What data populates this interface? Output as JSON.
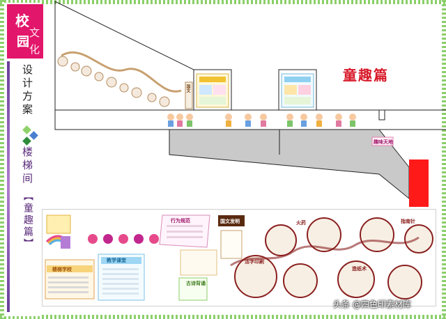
{
  "side_panel": {
    "badge_chars": [
      "校",
      "园",
      "文",
      "化"
    ],
    "design_label": "设计方案",
    "stair_label": "楼梯间",
    "section_label": "【童趣篇】",
    "diamond_colors": [
      "#8fd16a",
      "#4a7fd0",
      "#2e8b3a"
    ]
  },
  "elevation": {
    "title": "童趣篇",
    "sign_label": "趣味天地",
    "badge_label": "国文"
  },
  "bottom_panel": {
    "left_title": "楼梯学校",
    "teach_title": "教学课堂",
    "rules_title": "行为规范",
    "hero_title": "国文发明",
    "inventions": [
      "火药",
      "指南针",
      "活字印刷",
      "造纸术"
    ],
    "small_card_title": "古诗背诵"
  },
  "watermark": "头条 @四色印素材库",
  "colors": {
    "accent_red": "#d8192a",
    "badge_pink": "#e2166a",
    "purple": "#6a3d9a",
    "block_red": "#ff1a1a"
  }
}
